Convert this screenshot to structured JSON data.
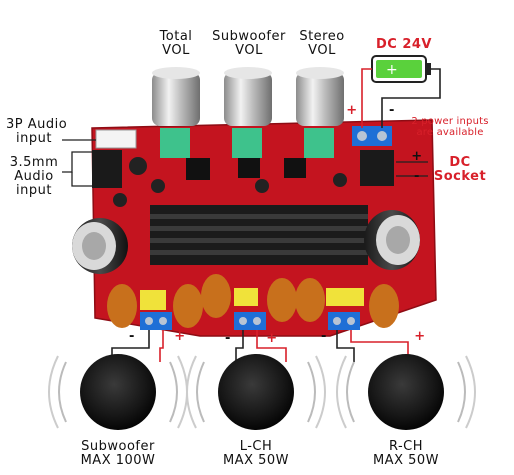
{
  "knobs": {
    "total": {
      "line1": "Total",
      "line2": "VOL"
    },
    "subwoofer": {
      "line1": "Subwoofer",
      "line2": "VOL"
    },
    "stereo": {
      "line1": "Stereo",
      "line2": "VOL"
    }
  },
  "power": {
    "dc_label": "DC 24V",
    "note_line1": "2 power inputs",
    "note_line2": "are available",
    "socket_line1": "DC",
    "socket_line2": "Socket",
    "plus": "+",
    "minus": "-"
  },
  "inputs": {
    "audio3p": {
      "line1": "3P Audio",
      "line2": "input"
    },
    "jack35": {
      "line1": "3.5mm",
      "line2": "Audio",
      "line3": "input"
    }
  },
  "speakers": {
    "subwoofer": {
      "name": "Subwoofer",
      "max": "MAX 100W"
    },
    "left": {
      "name": "L-CH",
      "max": "MAX 50W"
    },
    "right": {
      "name": "R-CH",
      "max": "MAX 50W"
    }
  },
  "polarity": {
    "plus": "+",
    "minus": "-"
  },
  "colors": {
    "board": "#c4141f",
    "wire": "#d8202a",
    "terminal": "#1f6fd6",
    "battery": "#5ad13c"
  }
}
